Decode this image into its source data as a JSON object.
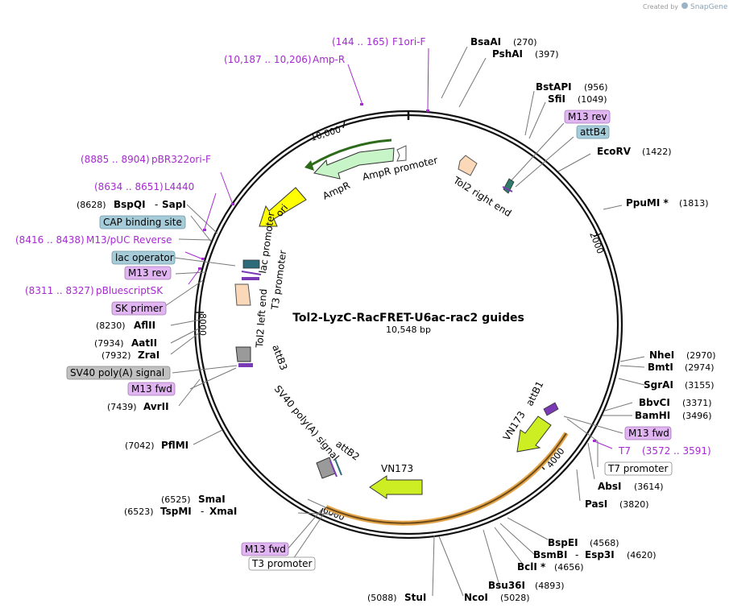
{
  "credit": {
    "prefix": "Created by",
    "brand": "SnapGene"
  },
  "plasmid": {
    "name": "Tol2-LyzC-RacFRET-U6ac-rac2 guides",
    "length": "10,548 bp"
  },
  "ticks": [
    "2000",
    "4000",
    "6000",
    "8000",
    "10,000"
  ],
  "enzymes": [
    {
      "name": "BsaAI",
      "pos": "(270)"
    },
    {
      "name": "PshAI",
      "pos": "(397)"
    },
    {
      "name": "BstAPI",
      "pos": "(956)"
    },
    {
      "name": "SfiI",
      "pos": "(1049)"
    },
    {
      "name": "EcoRV",
      "pos": "(1422)"
    },
    {
      "name": "PpuMI *",
      "pos": "(1813)"
    },
    {
      "name": "NheI",
      "pos": "(2970)"
    },
    {
      "name": "BmtI",
      "pos": "(2974)"
    },
    {
      "name": "SgrAI",
      "pos": "(3155)"
    },
    {
      "name": "BbvCI",
      "pos": "(3371)"
    },
    {
      "name": "BamHI",
      "pos": "(3496)"
    },
    {
      "name": "AbsI",
      "pos": "(3614)"
    },
    {
      "name": "PasI",
      "pos": "(3820)"
    },
    {
      "name": "BspEI",
      "pos": "(4568)"
    },
    {
      "name": "BsmBI",
      "name2": "Esp3I",
      "pos": "(4620)"
    },
    {
      "name": "BclI *",
      "pos": "(4656)"
    },
    {
      "name": "Bsu36I",
      "pos": "(4893)"
    },
    {
      "name": "NcoI",
      "pos": "(5028)"
    },
    {
      "name": "StuI",
      "pos": "(5088)"
    },
    {
      "name": "SmaI",
      "pos": "(6525)"
    },
    {
      "name": "TspMI",
      "name2": "XmaI",
      "pos": "(6523)"
    },
    {
      "name": "PflMI",
      "pos": "(7042)"
    },
    {
      "name": "AvrII",
      "pos": "(7439)"
    },
    {
      "name": "ZraI",
      "pos": "(7932)"
    },
    {
      "name": "AatII",
      "pos": "(7934)"
    },
    {
      "name": "AflII",
      "pos": "(8230)"
    },
    {
      "name": "BspQI",
      "name2": "SapI",
      "pos": "(8628)"
    }
  ],
  "primers": [
    {
      "range": "(144 .. 165)",
      "name": "F1ori-F"
    },
    {
      "range": "(10,187 .. 10,206)",
      "name": "Amp-R"
    },
    {
      "range": "(8885 .. 8904)",
      "name": "pBR322ori-F"
    },
    {
      "range": "(8634 .. 8651)",
      "name": "L4440"
    },
    {
      "range": "(8416 .. 8438)",
      "name": "M13/pUC Reverse"
    },
    {
      "range": "(8311 .. 8327)",
      "name": "pBluescriptSK"
    },
    {
      "range": "(3572 .. 3591)",
      "name": "T7"
    }
  ],
  "boxes": [
    {
      "text": "M13 rev",
      "kind": "primer"
    },
    {
      "text": "attB4",
      "kind": "feature"
    },
    {
      "text": "CAP binding site",
      "kind": "feature"
    },
    {
      "text": "lac operator",
      "kind": "feature"
    },
    {
      "text": "M13 rev",
      "kind": "primer"
    },
    {
      "text": "SK primer",
      "kind": "primer"
    },
    {
      "text": "SV40 poly(A) signal",
      "kind": "grey"
    },
    {
      "text": "M13 fwd",
      "kind": "primer"
    },
    {
      "text": "M13 fwd",
      "kind": "primer"
    },
    {
      "text": "T7 promoter",
      "kind": "white"
    },
    {
      "text": "M13 fwd",
      "kind": "primer"
    },
    {
      "text": "T3 promoter",
      "kind": "white"
    }
  ],
  "features": {
    "ampr": "AmpR",
    "ampr_promoter": "AmpR promoter",
    "tol2_right": "Tol2 right end",
    "ori": "ori",
    "lac_promoter": "lac promoter",
    "t3_promoter": "T3 promoter",
    "tol2_left": "Tol2 left end",
    "attb3": "attB3",
    "sv40": "SV40 poly(A) signal",
    "attb2": "attB2",
    "vn173_outer": "VN173",
    "attb1": "attB1",
    "vn173_inner": "VN173"
  },
  "colors": {
    "primer": "#a52ad0",
    "feature_box": "#a7ccd9",
    "primer_box": "#e1b4f2",
    "grey_box": "#c0c0c0",
    "ampr": "#c8f5c8",
    "ori": "#ffff00",
    "vn173": "#ccee22",
    "tol2": "#fbd9b8"
  }
}
